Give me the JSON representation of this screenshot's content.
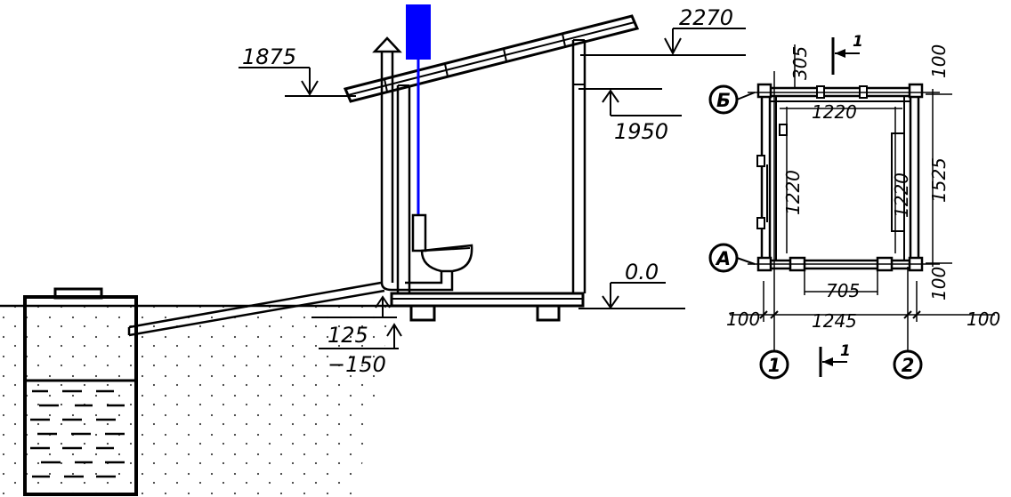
{
  "colors": {
    "line": "#000000",
    "pipe": "#0000ff",
    "background": "#ffffff"
  },
  "section": {
    "levels": {
      "roof_top": "2270",
      "roof_low": "1875",
      "ceiling": "1950",
      "floor": "0.0",
      "pipe_depth": "125",
      "ground": "−150"
    }
  },
  "plan": {
    "axis_letters": [
      "Б",
      "А"
    ],
    "axis_numbers": [
      "1",
      "2"
    ],
    "section_mark": "1",
    "dims": {
      "inner_width": "1220",
      "inner_depth_left": "1220",
      "inner_depth_right": "1220",
      "outer_depth": "1525",
      "overall_width": "1245",
      "door": "705",
      "offset_top": "305",
      "edge_top": "100",
      "edge_bottom": "100",
      "edge_left": "100",
      "edge_right": "100"
    }
  }
}
